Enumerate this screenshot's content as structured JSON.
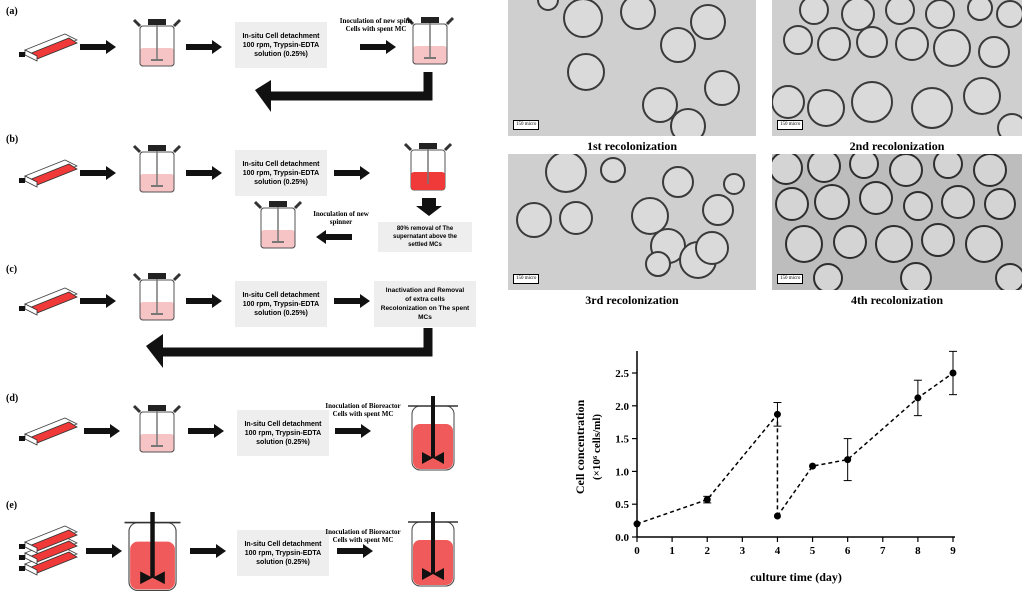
{
  "panels": [
    {
      "letter": "(a)",
      "box_lines": [
        "In-situ Cell detachment",
        "100 rpm, Trypsin-EDTA",
        "solution (0.25%)"
      ],
      "note_lines": [
        "Inoculation of new spins",
        "Cells with spent MC"
      ]
    },
    {
      "letter": "(b)",
      "box_lines": [
        "In-situ Cell detachment",
        "100 rpm, Trypsin-EDTA",
        "solution (0.25%)"
      ],
      "removal_lines": [
        "80% removal of The",
        "supernatant above the",
        "settled MCs"
      ],
      "note_lines": [
        "Inoculation of new",
        "spinner"
      ]
    },
    {
      "letter": "(c)",
      "box_lines": [
        "In-situ Cell detachment",
        "100 rpm, Trypsin-EDTA",
        "solution (0.25%)"
      ],
      "box2_lines": [
        "Inactivation and  Removal",
        "of extra cells",
        "Recolonization on The spent",
        "MCs"
      ]
    },
    {
      "letter": "(d)",
      "box_lines": [
        "In-situ Cell detachment",
        "100 rpm, Trypsin-EDTA",
        "solution (0.25%)"
      ],
      "note_lines": [
        "Inoculation of Bioreactor",
        "Cells with spent MC"
      ]
    },
    {
      "letter": "(e)",
      "box_lines": [
        "In-situ Cell detachment",
        "100 rpm, Trypsin-EDTA",
        "solution (0.25%)"
      ],
      "note_lines": [
        "Inoculation of Bioreactor",
        "Cells with spent MC"
      ]
    }
  ],
  "micrographs": [
    {
      "caption": "1st recolonization",
      "scale": "150 micro"
    },
    {
      "caption": "2nd recolonization",
      "scale": "150 micro"
    },
    {
      "caption": "3rd recolonization",
      "scale": "150 micro"
    },
    {
      "caption": "4th recolonization",
      "scale": "150 micro"
    }
  ],
  "colors": {
    "flask_red": "#f03a3a",
    "medium_pink": "#f6c4c4",
    "bioreactor_red": "#f05a5a",
    "arrow": "#111111",
    "box_gray": "#eeeeee"
  },
  "chart_data": {
    "type": "line",
    "xlabel": "culture time (day)",
    "ylabel": "Cell concentration",
    "ylabel_unit": "(×10⁶ cells/ml)",
    "xlim": [
      0,
      9
    ],
    "ylim": [
      0,
      2.5
    ],
    "x_ticks": [
      "0",
      "1",
      "2",
      "3",
      "4",
      "5",
      "6",
      "7",
      "8",
      "9"
    ],
    "y_ticks": [
      "0.0",
      "0.5",
      "1.0",
      "1.5",
      "2.0",
      "2.5"
    ],
    "series": [
      {
        "points": [
          {
            "x": 0,
            "y": 0.2,
            "err": 0
          },
          {
            "x": 2,
            "y": 0.57,
            "err": 0.05
          },
          {
            "x": 4,
            "y": 1.87,
            "err": 0.18
          }
        ]
      },
      {
        "points": [
          {
            "x": 4,
            "y": 0.32,
            "err": 0
          },
          {
            "x": 5,
            "y": 1.08,
            "err": 0
          },
          {
            "x": 6,
            "y": 1.18,
            "err": 0.32
          },
          {
            "x": 8,
            "y": 2.12,
            "err": 0.27
          },
          {
            "x": 9,
            "y": 2.5,
            "err": 0.33
          }
        ]
      }
    ],
    "drop": {
      "from": {
        "x": 4,
        "y": 1.87
      },
      "to": {
        "x": 4,
        "y": 0.32
      }
    },
    "grid": false
  }
}
